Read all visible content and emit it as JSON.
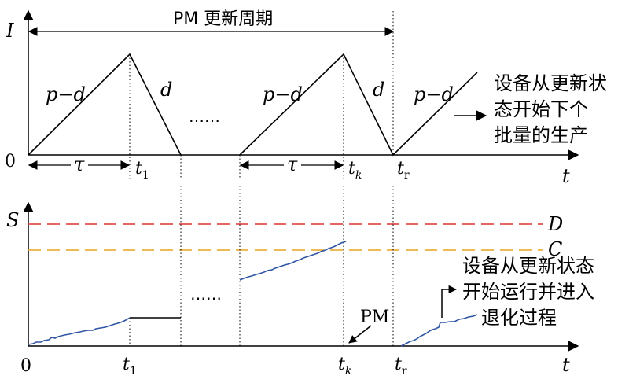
{
  "top_chart": {
    "y_axis_label": "I",
    "x_axis_label": "t",
    "origin_label": "0",
    "pm_cycle_label": "PM 更新周期",
    "rise_label": "p−d",
    "fall_label": "d",
    "ellipsis": "……",
    "tau_label": "τ",
    "tick_t1": "t",
    "tick_t1_sub": "1",
    "tick_tk": "t",
    "tick_tk_sub": "k",
    "tick_tr": "t",
    "tick_tr_sub": "r",
    "note_line1": "设备从更新状",
    "note_line2": "态开始下个",
    "note_line3": "批量的生产"
  },
  "bottom_chart": {
    "y_axis_label": "S",
    "x_axis_label": "t",
    "origin_label": "0",
    "threshold_D_label": "D",
    "threshold_C_label": "C",
    "ellipsis": "……",
    "pm_label": "PM",
    "tick_t1": "t",
    "tick_t1_sub": "1",
    "tick_tk": "t",
    "tick_tk_sub": "k",
    "tick_tr": "t",
    "tick_tr_sub": "r",
    "note_line1": "设备从更新状态",
    "note_line2": "开始运行并进入",
    "note_line3": "退化过程"
  },
  "colors": {
    "axis": "#000000",
    "threshold_D": "#e0302f",
    "threshold_C": "#e8a31e",
    "degradation": "#2f55a4"
  }
}
